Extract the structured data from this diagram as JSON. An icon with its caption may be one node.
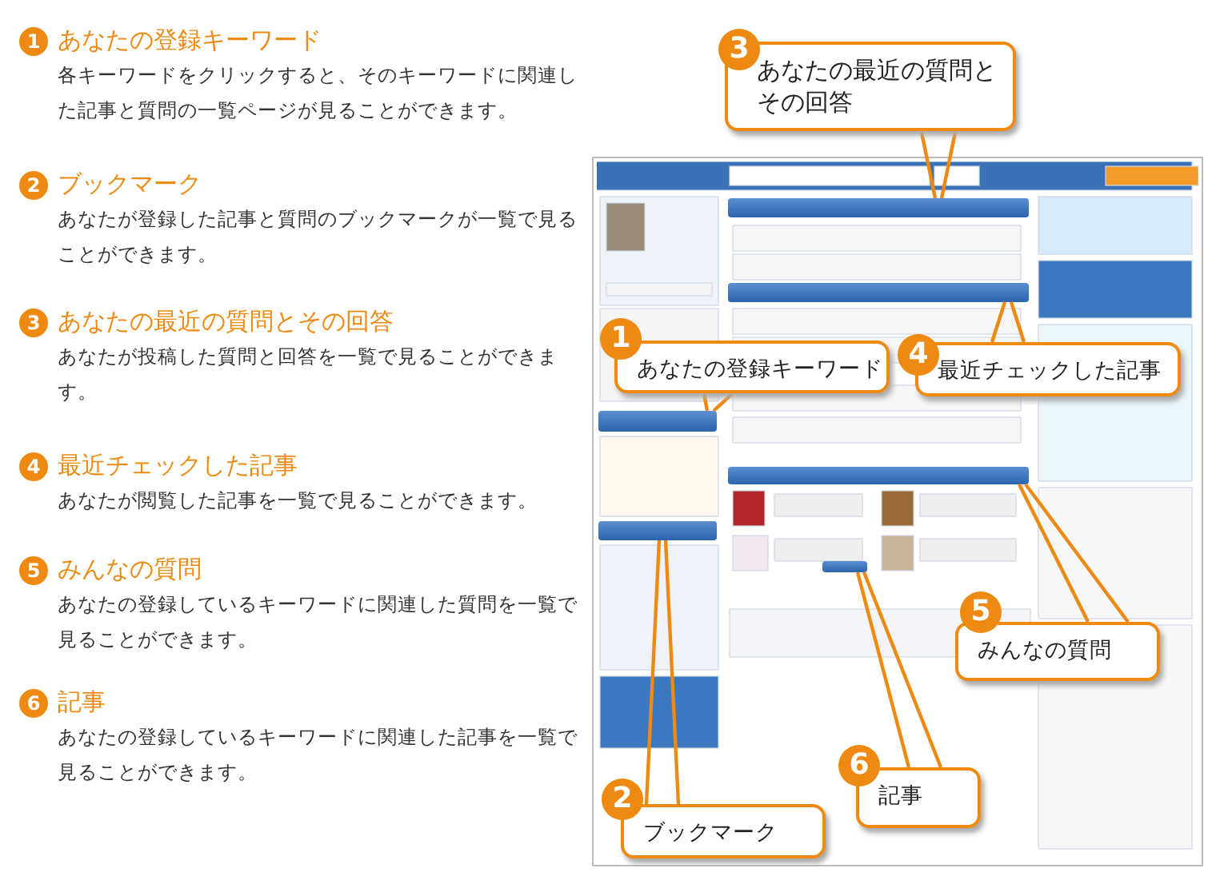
{
  "diagram": {
    "nodes": [
      {
        "text": [],
        "shape": "picture"
      },
      {
        "text": [],
        "shape": "bar",
        "in": 0
      },
      {
        "text": [],
        "shape": "bar",
        "in": 0
      },
      {
        "text": [],
        "shape": "bar",
        "in": 0
      },
      {
        "text": [],
        "shape": "bar",
        "in": 0
      },
      {
        "text": [],
        "shape": "bar",
        "in": 0
      },
      {
        "text": [],
        "shape": "bar",
        "in": 0
      },
      {
        "text": [
          "3",
          "あなたの最近の質問とその回答"
        ]
      },
      {
        "text": [
          "1",
          "あなたの登録キーワード"
        ],
        "in": 0
      },
      {
        "text": [
          "4",
          "最近チェックした記事"
        ],
        "in": 0
      },
      {
        "text": [
          "5",
          "みんなの質問"
        ],
        "in": 0
      },
      {
        "text": [
          "6",
          "記事"
        ],
        "in": 0
      },
      {
        "text": [
          "2",
          "ブックマーク"
        ],
        "in": 0
      }
    ],
    "edges": [
      {
        "from": 7,
        "to": 1,
        "arrow": "none"
      },
      {
        "from": 8,
        "to": 3,
        "arrow": "none"
      },
      {
        "from": 9,
        "to": 2,
        "arrow": "none"
      },
      {
        "from": 10,
        "to": 5,
        "arrow": "none"
      },
      {
        "from": 11,
        "to": 6,
        "arrow": "none"
      },
      {
        "from": 12,
        "to": 4,
        "arrow": "none"
      }
    ],
    "labels": [
      "1",
      "あなたの登録キーワード",
      "各キーワードをクリックすると、そのキーワードに関連した記事と質問の一覧ページが見ることができます。",
      "2",
      "ブックマーク",
      "あなたが登録した記事と質問のブックマークが一覧で見ることができます。",
      "3",
      "あなたの最近の質問とその回答",
      "あなたが投稿した質問と回答を一覧で見ることができます。",
      "4",
      "最近チェックした記事",
      "あなたが閲覧した記事を一覧で見ることができます。",
      "5",
      "みんなの質問",
      "あなたの登録しているキーワードに関連した質問を一覧で見ることができます。",
      "6",
      "記事",
      "あなたの登録しているキーワードに関連した記事を一覧で見ることができます。"
    ]
  }
}
